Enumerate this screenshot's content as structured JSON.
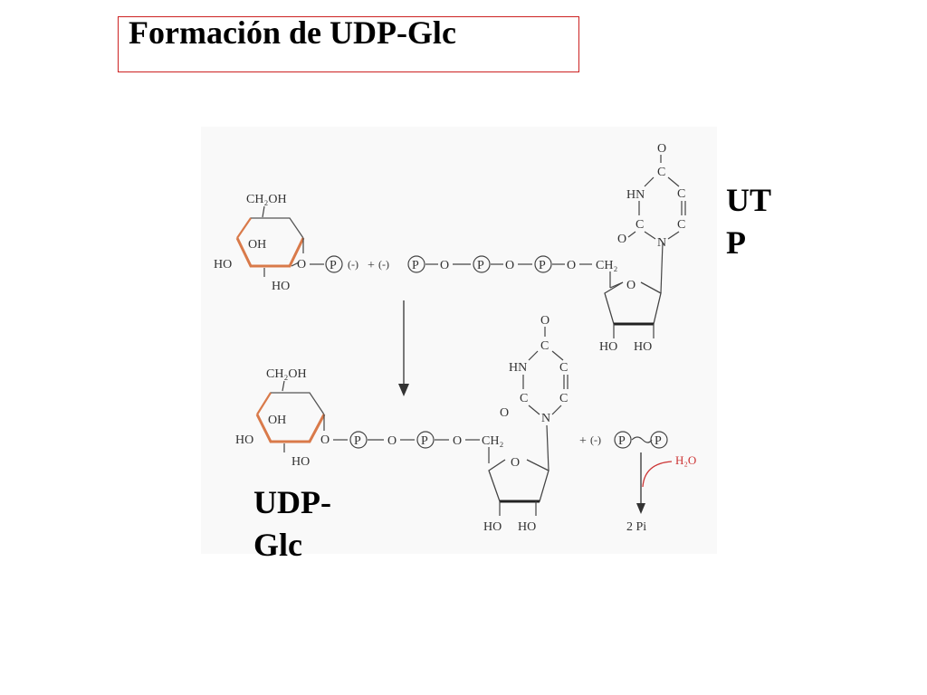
{
  "slide": {
    "title": "Formación de UDP-Glc"
  },
  "labels": {
    "utp_line1": "UT",
    "utp_line2": "P",
    "udpglc_line1": "UDP-",
    "udpglc_line2": "Glc"
  },
  "reactant": {
    "ch2oh": "CH₂OH",
    "oh_ring": "OH",
    "ho_left": "HO",
    "ho_bottom": "HO",
    "o_link": "O",
    "p1": "P",
    "charge1": "(-)",
    "plus": "+",
    "charge2": "(-)",
    "p2": "P",
    "o2": "O",
    "p3": "P",
    "o3": "O",
    "p4": "P",
    "o4": "O",
    "ch2": "CH₂",
    "ribose_o": "O",
    "ribose_ho1": "HO",
    "ribose_ho2": "HO",
    "base": {
      "o_top": "O",
      "c_top": "C",
      "hn": "HN",
      "c_right1": "C",
      "c_left": "C",
      "c_right2": "C",
      "o_left": "O",
      "n": "N"
    }
  },
  "product": {
    "ch2oh": "CH₂OH",
    "oh_ring": "OH",
    "ho_left": "HO",
    "ho_bottom": "HO",
    "o_link": "O",
    "p1": "P",
    "o2": "O",
    "p2": "P",
    "o3": "O",
    "ch2": "CH₂",
    "ribose_o": "O",
    "ribose_ho1": "HO",
    "ribose_ho2": "HO",
    "base": {
      "o_top": "O",
      "c_top": "C",
      "hn": "HN",
      "c_right1": "C",
      "c_left": "C",
      "c_right2": "C",
      "o_left": "O",
      "n": "N"
    },
    "ppi_charge": "(-)",
    "ppi_plus": "+",
    "ppi_p1": "P",
    "ppi_p2": "P",
    "h2o": "H₂O",
    "pi": "2 Pi"
  },
  "colors": {
    "title_border": "#cc2222",
    "glucose_ring_highlight": "#d97a4a",
    "water_arrow": "#cc3333"
  }
}
